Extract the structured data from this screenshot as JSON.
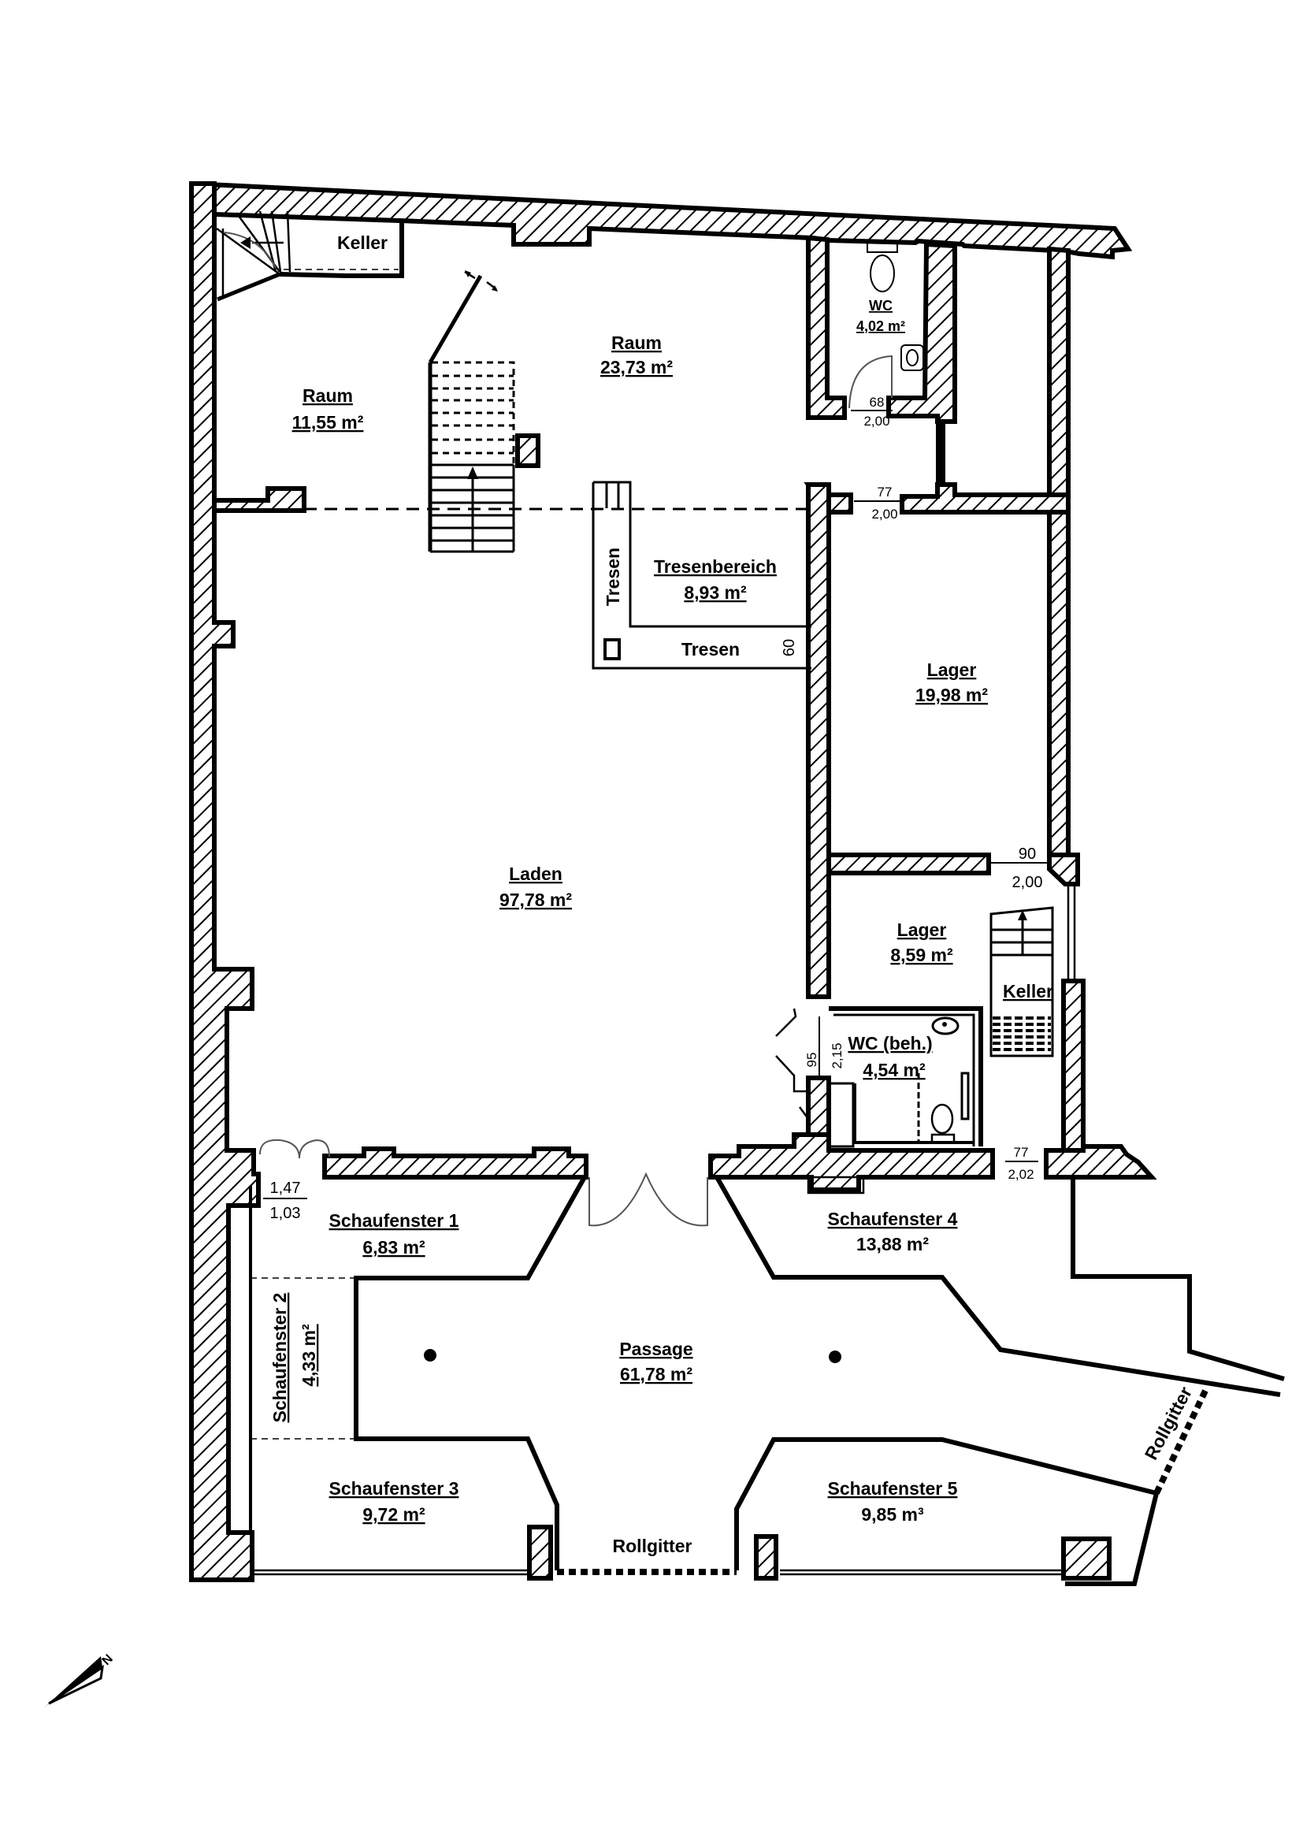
{
  "plan": {
    "rooms": [
      {
        "name": "Keller",
        "area": ""
      },
      {
        "name": "Raum",
        "area": "11,55 m²"
      },
      {
        "name": "Raum",
        "area": "23,73 m²"
      },
      {
        "name": "WC",
        "area": "4,02 m²"
      },
      {
        "name": "Tresenbereich",
        "area": "8,93 m²"
      },
      {
        "name": "Lager",
        "area": "19,98 m²"
      },
      {
        "name": "Laden",
        "area": "97,78 m²"
      },
      {
        "name": "Lager",
        "area": "8,59 m²"
      },
      {
        "name": "Keller",
        "area": ""
      },
      {
        "name": "WC (beh.)",
        "area": "4,54 m²"
      },
      {
        "name": "Schaufenster 1",
        "area": "6,83 m²"
      },
      {
        "name": "Schaufenster 2",
        "area": "4,33 m²"
      },
      {
        "name": "Schaufenster 4",
        "area": "13,88 m²"
      },
      {
        "name": "Passage",
        "area": "61,78 m²"
      },
      {
        "name": "Schaufenster 3",
        "area": "9,72 m²"
      },
      {
        "name": "Schaufenster 5",
        "area": "9,85 m³"
      }
    ],
    "fixtures": {
      "counter_vertical": "Tresen",
      "counter_horizontal": "Tresen",
      "counter_depth": "60",
      "grate_front": "Rollgitter",
      "grate_side": "Rollgitter"
    },
    "doors": [
      {
        "width": "68",
        "height": "2,00"
      },
      {
        "width": "77",
        "height": "2,00"
      },
      {
        "width": "90",
        "height": "2,00"
      },
      {
        "width": "95",
        "height": "2,15"
      },
      {
        "width": "77",
        "height": "2,02"
      },
      {
        "width": "1,47",
        "height": "1,03"
      }
    ],
    "north_label": "N"
  }
}
